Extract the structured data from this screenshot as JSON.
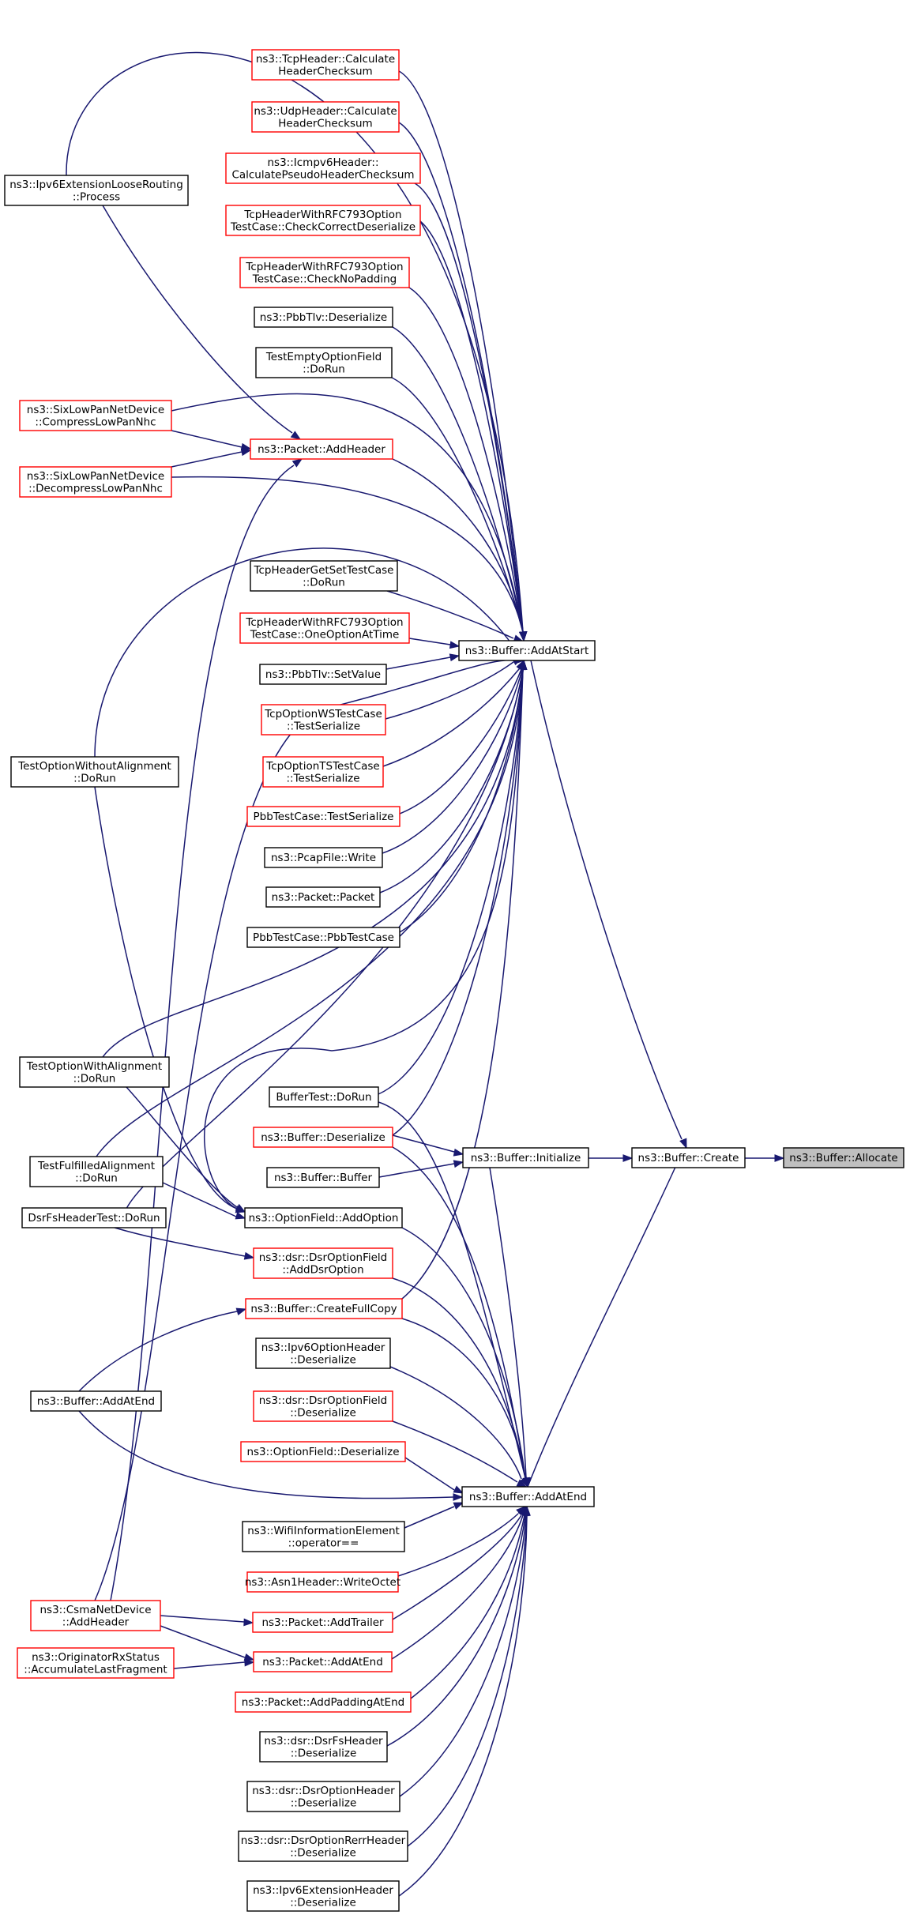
{
  "graph": {
    "colors": {
      "edge": "#191970",
      "border_black": "#000000",
      "border_red": "#ff0000",
      "highlight_fill": "#bfbfbf",
      "node_fill": "#ffffff"
    },
    "nodes": [
      {
        "id": "alloc",
        "lines": [
          "ns3::Buffer::Allocate"
        ],
        "border": "black",
        "highlight": true
      },
      {
        "id": "create",
        "lines": [
          "ns3::Buffer::Create"
        ],
        "border": "black"
      },
      {
        "id": "initialize",
        "lines": [
          "ns3::Buffer::Initialize"
        ],
        "border": "black"
      },
      {
        "id": "addatstart",
        "lines": [
          "ns3::Buffer::AddAtStart"
        ],
        "border": "black"
      },
      {
        "id": "addatend",
        "lines": [
          "ns3::Buffer::AddAtEnd"
        ],
        "border": "black"
      },
      {
        "id": "tcphdr_cs",
        "lines": [
          "ns3::TcpHeader::Calculate",
          "HeaderChecksum"
        ],
        "border": "red"
      },
      {
        "id": "udphdr_cs",
        "lines": [
          "ns3::UdpHeader::Calculate",
          "HeaderChecksum"
        ],
        "border": "red"
      },
      {
        "id": "icmpv6_cs",
        "lines": [
          "ns3::Icmpv6Header::",
          "CalculatePseudoHeaderChecksum"
        ],
        "border": "red"
      },
      {
        "id": "tcp793_ccd",
        "lines": [
          "TcpHeaderWithRFC793Option",
          "TestCase::CheckCorrectDeserialize"
        ],
        "border": "red"
      },
      {
        "id": "tcp793_cnp",
        "lines": [
          "TcpHeaderWithRFC793Option",
          "TestCase::CheckNoPadding"
        ],
        "border": "red"
      },
      {
        "id": "pbbtlv_des",
        "lines": [
          "ns3::PbbTlv::Deserialize"
        ],
        "border": "black"
      },
      {
        "id": "testempty",
        "lines": [
          "TestEmptyOptionField",
          "::DoRun"
        ],
        "border": "black"
      },
      {
        "id": "ipv6ext_lr",
        "lines": [
          "ns3::Ipv6ExtensionLooseRouting",
          "::Process"
        ],
        "border": "black"
      },
      {
        "id": "sixlow_comp",
        "lines": [
          "ns3::SixLowPanNetDevice",
          "::CompressLowPanNhc"
        ],
        "border": "red"
      },
      {
        "id": "pkt_addhdr",
        "lines": [
          "ns3::Packet::AddHeader"
        ],
        "border": "red"
      },
      {
        "id": "sixlow_decomp",
        "lines": [
          "ns3::SixLowPanNetDevice",
          "::DecompressLowPanNhc"
        ],
        "border": "red"
      },
      {
        "id": "tcpgetset",
        "lines": [
          "TcpHeaderGetSetTestCase",
          "::DoRun"
        ],
        "border": "black"
      },
      {
        "id": "tcp793_oot",
        "lines": [
          "TcpHeaderWithRFC793Option",
          "TestCase::OneOptionAtTime"
        ],
        "border": "red"
      },
      {
        "id": "pbbtlv_sv",
        "lines": [
          "ns3::PbbTlv::SetValue"
        ],
        "border": "black"
      },
      {
        "id": "tcpws",
        "lines": [
          "TcpOptionWSTestCase",
          "::TestSerialize"
        ],
        "border": "red"
      },
      {
        "id": "tcpts",
        "lines": [
          "TcpOptionTSTestCase",
          "::TestSerialize"
        ],
        "border": "red"
      },
      {
        "id": "testoptwo",
        "lines": [
          "TestOptionWithoutAlignment",
          "::DoRun"
        ],
        "border": "black"
      },
      {
        "id": "pbbtest_ts",
        "lines": [
          "PbbTestCase::TestSerialize"
        ],
        "border": "red"
      },
      {
        "id": "pcap_write",
        "lines": [
          "ns3::PcapFile::Write"
        ],
        "border": "black"
      },
      {
        "id": "pkt_pkt",
        "lines": [
          "ns3::Packet::Packet"
        ],
        "border": "black"
      },
      {
        "id": "pbbtest_ctor",
        "lines": [
          "PbbTestCase::PbbTestCase"
        ],
        "border": "black"
      },
      {
        "id": "testoptw",
        "lines": [
          "TestOptionWithAlignment",
          "::DoRun"
        ],
        "border": "black"
      },
      {
        "id": "buftest",
        "lines": [
          "BufferTest::DoRun"
        ],
        "border": "black"
      },
      {
        "id": "buf_des",
        "lines": [
          "ns3::Buffer::Deserialize"
        ],
        "border": "red"
      },
      {
        "id": "testfulfilled",
        "lines": [
          "TestFulfilledAlignment",
          "::DoRun"
        ],
        "border": "black"
      },
      {
        "id": "buf_buf",
        "lines": [
          "ns3::Buffer::Buffer"
        ],
        "border": "black"
      },
      {
        "id": "dsrfstest",
        "lines": [
          "DsrFsHeaderTest::DoRun"
        ],
        "border": "black"
      },
      {
        "id": "optfield_add",
        "lines": [
          "ns3::OptionField::AddOption"
        ],
        "border": "black"
      },
      {
        "id": "dsroptfield_add",
        "lines": [
          "ns3::dsr::DsrOptionField",
          "::AddDsrOption"
        ],
        "border": "red"
      },
      {
        "id": "buf_cfc",
        "lines": [
          "ns3::Buffer::CreateFullCopy"
        ],
        "border": "red"
      },
      {
        "id": "ipv6opthdr_des",
        "lines": [
          "ns3::Ipv6OptionHeader",
          "::Deserialize"
        ],
        "border": "black"
      },
      {
        "id": "buf_addatend_caller",
        "lines": [
          "ns3::Buffer::AddAtEnd"
        ],
        "border": "black"
      },
      {
        "id": "dsroptfield_des",
        "lines": [
          "ns3::dsr::DsrOptionField",
          "::Deserialize"
        ],
        "border": "red"
      },
      {
        "id": "optfield_des",
        "lines": [
          "ns3::OptionField::Deserialize"
        ],
        "border": "red"
      },
      {
        "id": "wifiie_eq",
        "lines": [
          "ns3::WifiInformationElement",
          "::operator=="
        ],
        "border": "black"
      },
      {
        "id": "asn1_wo",
        "lines": [
          "ns3::Asn1Header::WriteOctet"
        ],
        "border": "red"
      },
      {
        "id": "csma_addhdr",
        "lines": [
          "ns3::CsmaNetDevice",
          "::AddHeader"
        ],
        "border": "red"
      },
      {
        "id": "pkt_addtrailer",
        "lines": [
          "ns3::Packet::AddTrailer"
        ],
        "border": "red"
      },
      {
        "id": "orig_alf",
        "lines": [
          "ns3::OriginatorRxStatus",
          "::AccumulateLastFragment"
        ],
        "border": "red"
      },
      {
        "id": "pkt_addatend",
        "lines": [
          "ns3::Packet::AddAtEnd"
        ],
        "border": "red"
      },
      {
        "id": "pkt_addpad",
        "lines": [
          "ns3::Packet::AddPaddingAtEnd"
        ],
        "border": "red"
      },
      {
        "id": "dsrfshdr_des",
        "lines": [
          "ns3::dsr::DsrFsHeader",
          "::Deserialize"
        ],
        "border": "black"
      },
      {
        "id": "dsropthdr_des",
        "lines": [
          "ns3::dsr::DsrOptionHeader",
          "::Deserialize"
        ],
        "border": "black"
      },
      {
        "id": "dsroptrerr_des",
        "lines": [
          "ns3::dsr::DsrOptionRerrHeader",
          "::Deserialize"
        ],
        "border": "black"
      },
      {
        "id": "ipv6ext_des",
        "lines": [
          "ns3::Ipv6ExtensionHeader",
          "::Deserialize"
        ],
        "border": "black"
      }
    ]
  }
}
